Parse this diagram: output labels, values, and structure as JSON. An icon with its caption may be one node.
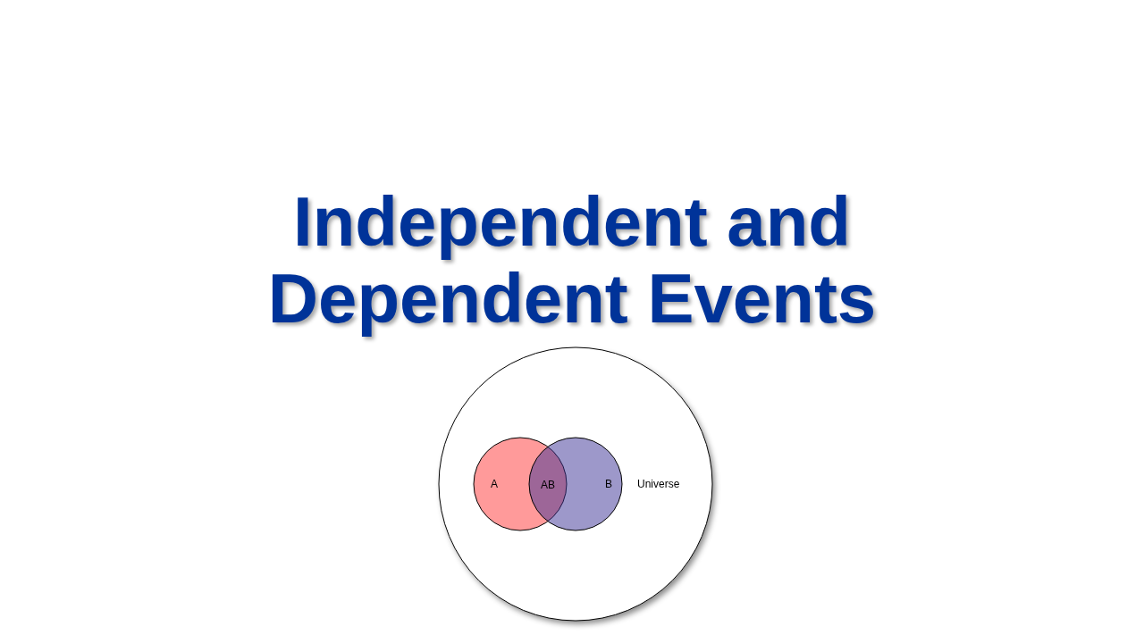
{
  "diagram": {
    "title": "Independent and Dependent Events",
    "nodes": [
      {
        "text": [
          "Universe"
        ]
      },
      {
        "text": [
          "A"
        ],
        "in": 0
      },
      {
        "text": [
          "B"
        ],
        "in": 0
      }
    ],
    "labels": [
      "AB"
    ]
  }
}
